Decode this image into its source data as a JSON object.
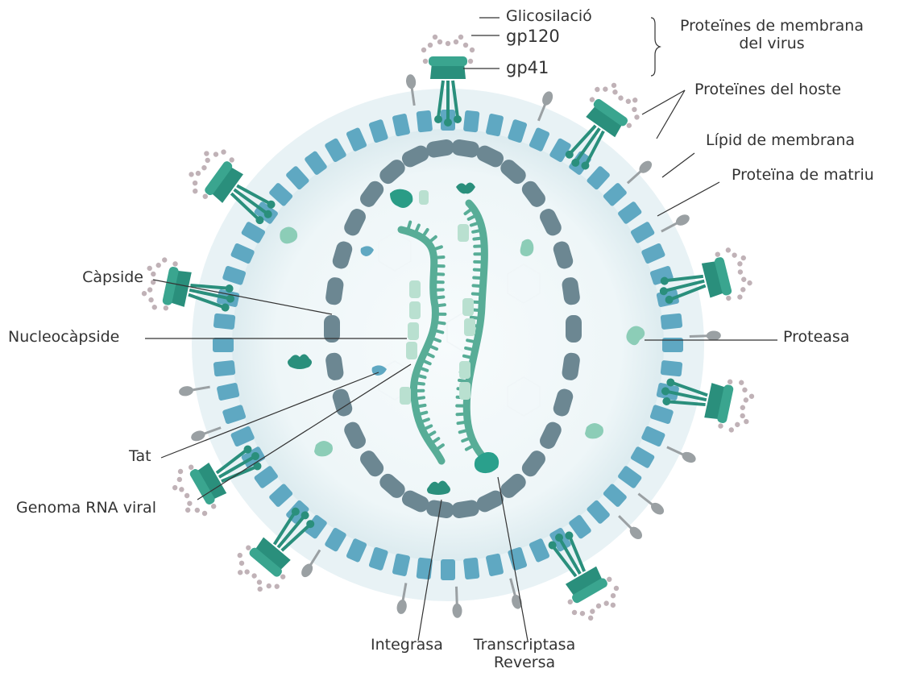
{
  "labels": {
    "glycosylation": "Glicosilació",
    "gp120": "gp120",
    "gp41": "gp41",
    "membrane_proteins_l1": "Proteïnes de membrana",
    "membrane_proteins_l2": "del virus",
    "host_proteins": "Proteïnes del hoste",
    "membrane_lipid": "Lípid de membrana",
    "matrix_protein": "Proteïna de matriu",
    "capsid": "Càpside",
    "nucleocapsid": "Nucleocàpside",
    "protease": "Proteasa",
    "tat": "Tat",
    "viral_rna_genome": "Genoma RNA viral",
    "integrase": "Integrasa",
    "reverse_transcriptase_l1": "Transcriptasa",
    "reverse_transcriptase_l2": "Reversa"
  },
  "colors": {
    "membrane_fill": "#e6f1f4",
    "matrix_protein": "#5fa8c2",
    "capsid": "#6c8792",
    "envelope_protein": "#2a8f7c",
    "rna": "#58ad97",
    "nucleocapsid": "#b9e0d0",
    "small_protein": "#8ccdb7",
    "host_protein": "#9aa0a3",
    "glycosylation_dot": "#c0b2b7",
    "leader_line": "#333333",
    "text": "#333333"
  }
}
